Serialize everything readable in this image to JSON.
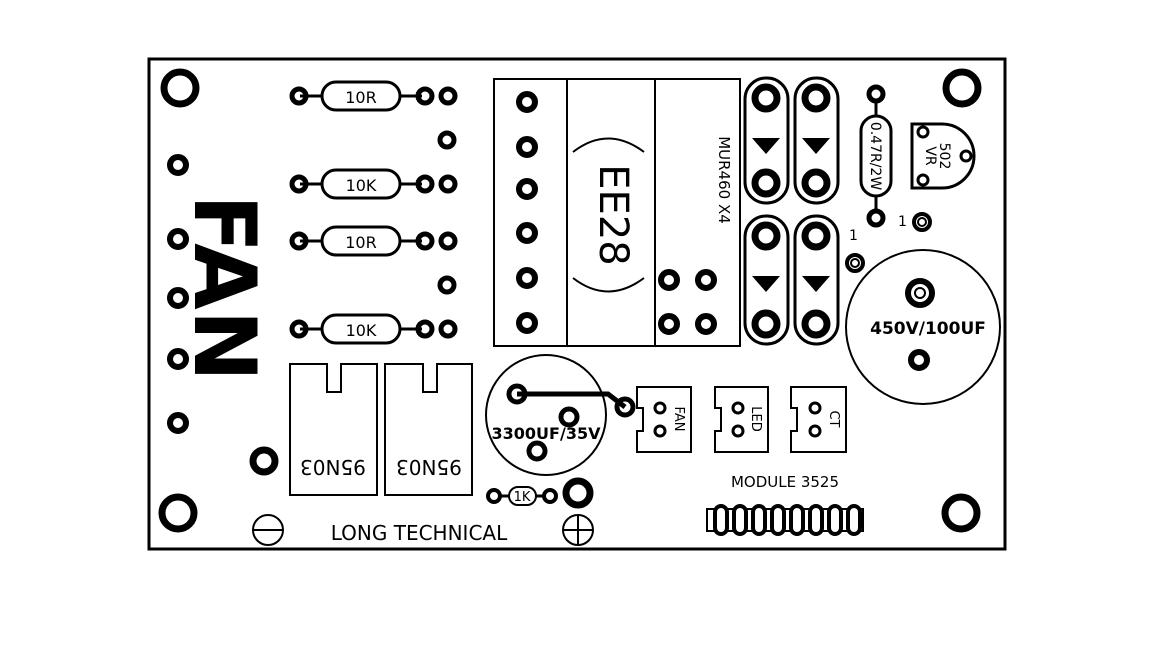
{
  "board": {
    "brand": "LONG TECHNICAL",
    "fan_label": "FAN",
    "transformer": "EE28",
    "diodes": "MUR460 X4",
    "resistors": [
      "10R",
      "10K",
      "10R",
      "10K"
    ],
    "shunt_resistor": "0.47R/2W",
    "trimmer": "502",
    "trimmer_tag": "VR",
    "big_cap": "450V/100UF",
    "small_cap": "3300UF/35V",
    "mosfets": [
      "95N03",
      "95N03"
    ],
    "bottom_resistor": "1K",
    "connectors": [
      "FAN",
      "LED",
      "CT"
    ],
    "module": "MODULE 3525",
    "pin_one": "1",
    "pin_one_b": "1"
  }
}
